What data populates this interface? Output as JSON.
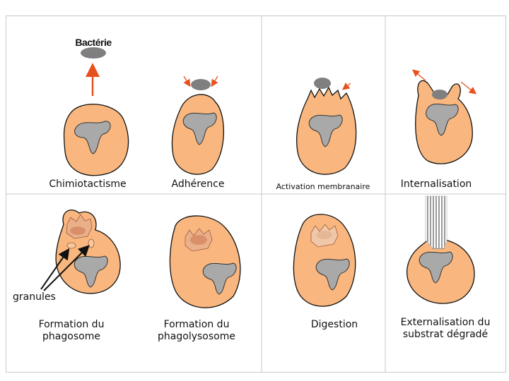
{
  "colors": {
    "cell_fill": "#f9b77f",
    "nucleus_fill": "#a9a9a9",
    "bacterium_fill": "#7f7f7f",
    "arrow": "#e8501e",
    "outline": "#111111",
    "phagosome_fill": "#d9906a"
  },
  "top_label": "Bactérie",
  "steps": [
    {
      "label": "Chimiotactisme"
    },
    {
      "label": "Adhérence"
    },
    {
      "label": "Activation membranaire"
    },
    {
      "label": "Internalisation"
    },
    {
      "label": "Formation du phagosome"
    },
    {
      "label": "Formation du phagolysosome"
    },
    {
      "label": "Digestion"
    },
    {
      "label": "Externalisation du substrat dégradé"
    }
  ],
  "granules_label": "granules"
}
